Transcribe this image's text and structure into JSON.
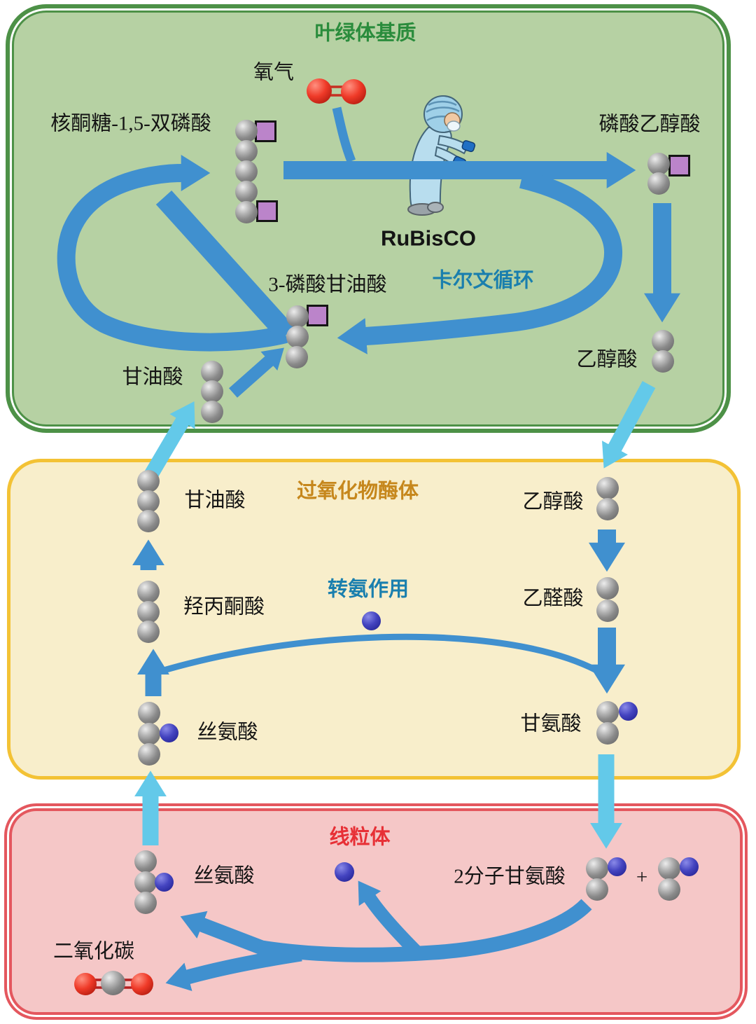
{
  "organelles": {
    "chloroplast_stroma": "叶绿体基质",
    "peroxisome": "过氧化物酶体",
    "mitochondrion": "线粒体"
  },
  "processes": {
    "enzyme": "RuBisCO",
    "calvin_cycle": "卡尔文循环",
    "transamination": "转氨作用"
  },
  "compounds": {
    "oxygen": "氧气",
    "rubp": "核酮糖-1,5-双磷酸",
    "phosphoglycolate": "磷酸乙醇酸",
    "pga3": "3-磷酸甘油酸",
    "glycerate_chloroplast": "甘油酸",
    "glycolate_chloroplast": "乙醇酸",
    "glycerate_peroxisome": "甘油酸",
    "hydroxypyruvate": "羟丙酮酸",
    "glycolate_peroxisome": "乙醇酸",
    "glyoxylate": "乙醛酸",
    "serine_peroxisome": "丝氨酸",
    "glycine_peroxisome": "甘氨酸",
    "serine_mitochondrion": "丝氨酸",
    "glycine_pair": "2分子甘氨酸",
    "plus": "+",
    "carbon_dioxide": "二氧化碳"
  },
  "colors": {
    "chloroplast_fill": "#b6d1a3",
    "chloroplast_border": "#4d9147",
    "chloroplast_title": "#2a8c3c",
    "peroxisome_fill": "#f8eecb",
    "peroxisome_border": "#f3c235",
    "peroxisome_title": "#c6871c",
    "mitochondrion_fill": "#f5c7c7",
    "mitochondrion_border": "#e4575e",
    "mitochondrion_title": "#e73036",
    "arrow_blue": "#4090cf",
    "arrow_cyan": "#63c9e9",
    "process_label": "#1a7fae",
    "carbon_ball": "#8f8f8f",
    "nitrogen_ball": "#3434ac",
    "oxygen_ball": "#dd2318",
    "phosphate_square": "#bb84ca"
  }
}
